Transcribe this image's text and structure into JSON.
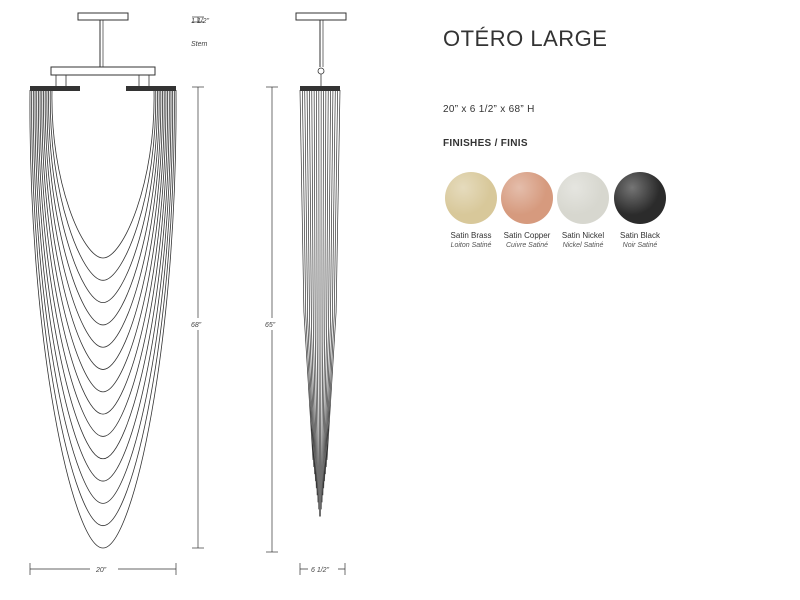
{
  "product": {
    "title": "OTÉRO LARGE",
    "dimensions": "20” x 6 1/2” x 68”  H",
    "finishes_heading": "FINISHES / FINIS"
  },
  "finishes": [
    {
      "name": "Satin Brass",
      "name_fr": "Loiton Satiné",
      "color": "#d8c89a"
    },
    {
      "name": "Satin Copper",
      "name_fr": "Cuivre Satiné",
      "color": "#d69a7e"
    },
    {
      "name": "Satin Nickel",
      "name_fr": "Nickel Satiné",
      "color": "#d7d7cf"
    },
    {
      "name": "Satin Black",
      "name_fr": "Noir Satiné",
      "color": "#2b2b2b"
    }
  ],
  "drawing_labels": {
    "canopy_height": "1 1/2”",
    "stem": "Stem",
    "front_height": "68”",
    "front_width": "20”",
    "side_height": "65”",
    "side_width": "6 1/2”"
  }
}
